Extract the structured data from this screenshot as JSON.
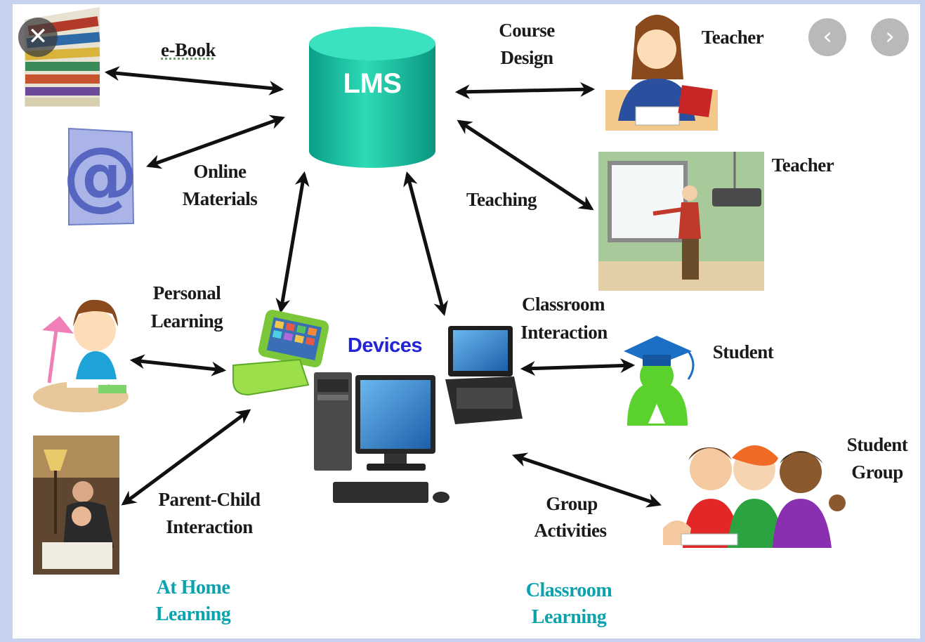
{
  "diagram": {
    "center": "LMS",
    "devices_label": "Devices",
    "labels": {
      "ebook": "e-Book",
      "online_1": "Online",
      "online_2": "Materials",
      "course_1": "Course",
      "course_2": "Design",
      "teacher_1": "Teacher",
      "teacher_2": "Teacher",
      "teaching": "Teaching",
      "personal_1": "Personal",
      "personal_2": "Learning",
      "classroom_1": "Classroom",
      "classroom_2": "Interaction",
      "student": "Student",
      "group_1": "Student",
      "group_2": "Group",
      "parent_1": "Parent-Child",
      "parent_2": "Interaction",
      "activities_1": "Group",
      "activities_2": "Activities",
      "home_1": "At Home",
      "home_2": "Learning",
      "classlearn_1": "Classroom",
      "classlearn_2": "Learning"
    }
  },
  "viewer": {
    "close_icon": "close-icon",
    "prev_icon": "chevron-left-icon",
    "next_icon": "chevron-right-icon"
  },
  "colors": {
    "lms": "#1fc9a4",
    "devices_text": "#2323d8",
    "footer_text": "#0aa3ad"
  }
}
